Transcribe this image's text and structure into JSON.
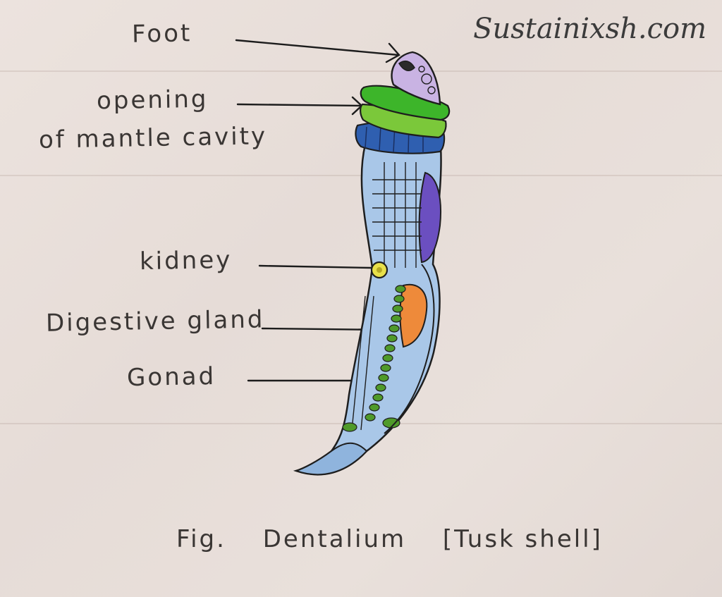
{
  "watermark": "Sustainixsh.com",
  "labels": {
    "foot": "Foot",
    "opening_line1": "opening",
    "opening_line2": "of mantle cavity",
    "kidney": "kidney",
    "digestive_gland": "Digestive gland",
    "gonad": "Gonad"
  },
  "caption": {
    "fig": "Fig.",
    "name": "Dentalium",
    "common": "[Tusk shell]"
  },
  "colors": {
    "foot": "#c9b3e3",
    "opening_bands": "#3db52a",
    "collar": "#2f5fb0",
    "shell": "#a9c7e8",
    "mantle_purple": "#6b4fc0",
    "kidney": "#e8e04a",
    "digestive_gland": "#ee8a3a",
    "gonad": "#4f9a2a"
  }
}
